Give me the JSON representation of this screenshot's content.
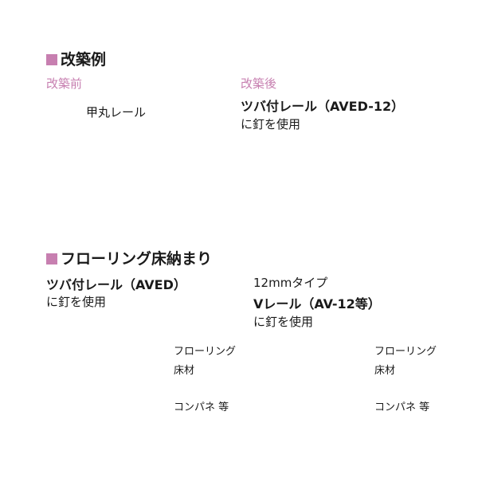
{
  "section1": {
    "title": "改築例",
    "before_label": "改築前",
    "after_label": "改築後",
    "before_rail_label": "甲丸レール",
    "after_product_line": "ツバ付レール（AVED-12）",
    "after_usage_line": "に釘を使用"
  },
  "section2": {
    "title": "フローリング床納まり",
    "left_product_line": "ツバ付レール（AVED）",
    "left_usage_line": "に釘を使用",
    "right_type_line": "12mmタイプ",
    "right_product_line": "Vレール（AV-12等）",
    "right_usage_line": "に釘を使用",
    "left_layer_top_label_1": "フローリング",
    "left_layer_top_label_2": "床材",
    "left_layer_bottom_label": "コンパネ 等",
    "right_layer_top_label_1": "フローリング",
    "right_layer_top_label_2": "床材",
    "right_layer_bottom_label": "コンパネ 等"
  },
  "colors": {
    "accent": "#c77fb0",
    "wood": "#d9a574",
    "wood_light": "#e9c39a",
    "plywood": "#6e3f25",
    "rail_metal": "#bfbfbf",
    "arrow": "#c77fb0"
  }
}
